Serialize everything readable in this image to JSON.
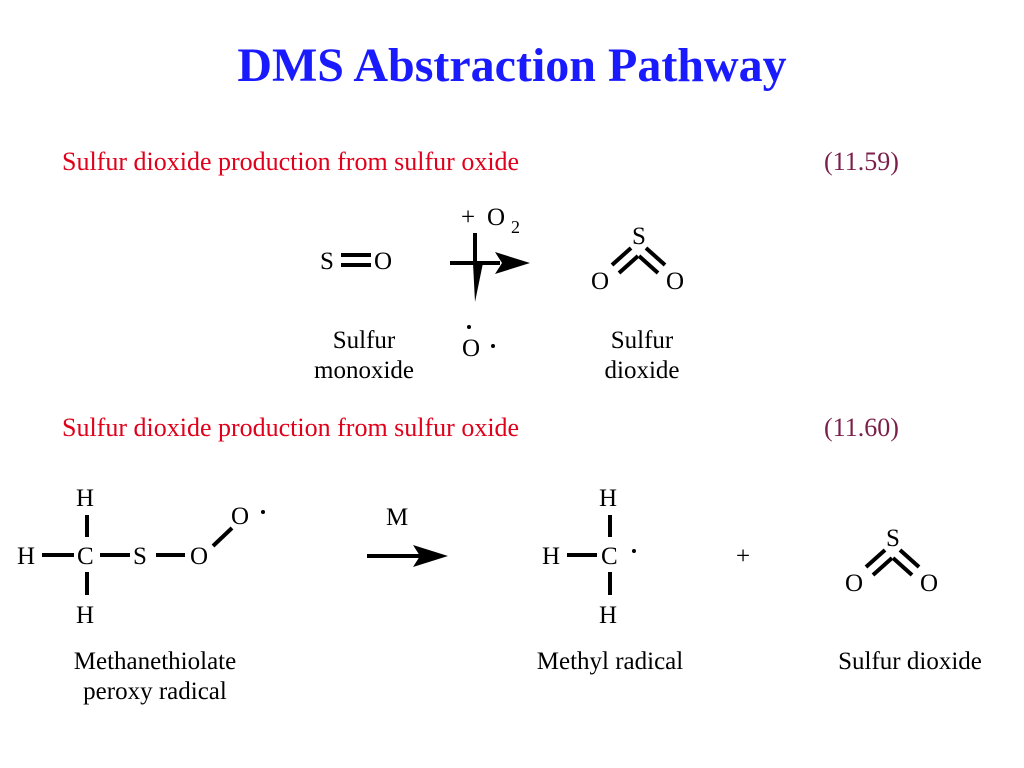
{
  "slide": {
    "title": "DMS Abstraction Pathway",
    "colors": {
      "title": "#1a1aff",
      "heading": "#e0001b",
      "equation_number": "#7a1f4a"
    }
  },
  "reaction1": {
    "heading": "Sulfur dioxide production from sulfur oxide",
    "number": "(11.59)",
    "reactant_atoms": {
      "s": "S",
      "o": "O"
    },
    "reagent_plus": "+",
    "reagent": "O",
    "reagent_subscript": "2",
    "byproduct_atom": "O",
    "product_atoms": {
      "s": "S",
      "o_left": "O",
      "o_right": "O"
    },
    "reactant_label": [
      "Sulfur",
      "monoxide"
    ],
    "product_label": [
      "Sulfur",
      "dioxide"
    ]
  },
  "reaction2": {
    "heading": "Sulfur dioxide production from sulfur oxide",
    "number": "(11.60)",
    "reactant_atoms": {
      "h_top": "H",
      "h_left": "H",
      "c": "C",
      "s": "S",
      "o1": "O",
      "o2": "O",
      "h_bottom": "H"
    },
    "catalyst": "M",
    "product1_atoms": {
      "h_top": "H",
      "h_left": "H",
      "c": "C",
      "h_bottom": "H"
    },
    "plus": "+",
    "product2_atoms": {
      "s": "S",
      "o_left": "O",
      "o_right": "O"
    },
    "reactant_label": [
      "Methanethiolate",
      "peroxy radical"
    ],
    "product1_label": "Methyl radical",
    "product2_label": "Sulfur dioxide"
  }
}
